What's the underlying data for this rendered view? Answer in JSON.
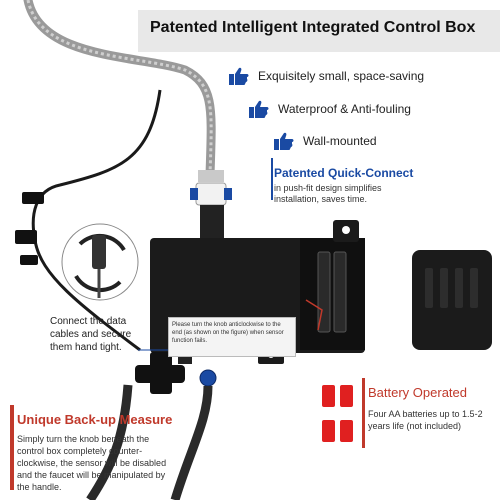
{
  "header": {
    "title": "Patented Intelligent Integrated Control Box"
  },
  "features": [
    {
      "icon": "thumbs-up-icon",
      "text": "Exquisitely small, space-saving"
    },
    {
      "icon": "thumbs-up-icon",
      "text": "Waterproof & Anti-fouling"
    },
    {
      "icon": "thumbs-up-icon",
      "text": "Wall-mounted"
    }
  ],
  "quick_connect": {
    "title": "Patented Quick-Connect",
    "desc": "in push-fit design simplifies installation, saves time."
  },
  "connect_note": "Connect the data cables and secure them hand tight.",
  "device_label": "Please turn the knob anticlockwise to the end (as shown on the figure) when sensor function fails.",
  "backup": {
    "title": "Unique Back-up Measure",
    "desc": "Simply turn the knob beneath the control box completely counter-clockwise, the sensor will be disabled and the faucet will be manipulated by the handle."
  },
  "battery": {
    "title": "Battery Operated",
    "desc": "Four AA batteries up to 1.5-2 years life (not included)"
  },
  "colors": {
    "accent_blue": "#1a4aa3",
    "accent_red": "#c0392b",
    "box_black": "#1b1b1b"
  }
}
